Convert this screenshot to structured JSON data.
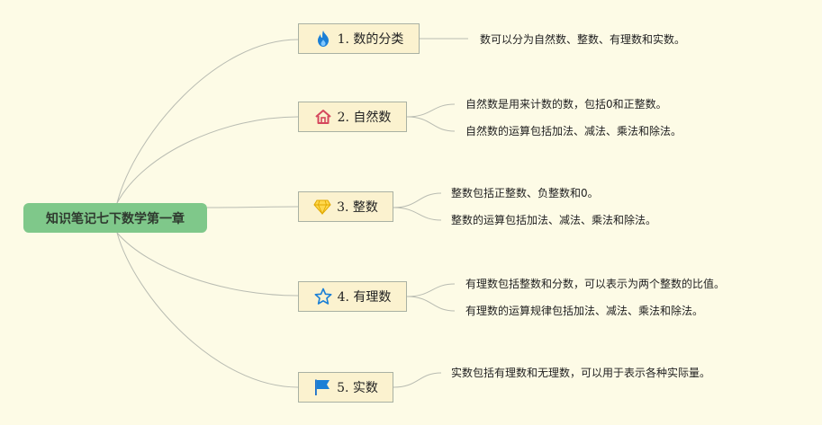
{
  "root": {
    "label": "知识笔记七下数学第一章"
  },
  "branches": [
    {
      "label": "1. 数的分类",
      "icon": "fire-icon",
      "notes": [
        "数可以分为自然数、整数、有理数和实数。"
      ]
    },
    {
      "label": "2. 自然数",
      "icon": "home-icon",
      "notes": [
        "自然数是用来计数的数，包括0和正整数。",
        "自然数的运算包括加法、减法、乘法和除法。"
      ]
    },
    {
      "label": "3. 整数",
      "icon": "gem-icon",
      "notes": [
        "整数包括正整数、负整数和0。",
        "整数的运算包括加法、减法、乘法和除法。"
      ]
    },
    {
      "label": "4. 有理数",
      "icon": "star-icon",
      "notes": [
        "有理数包括整数和分数，可以表示为两个整数的比值。",
        "有理数的运算规律包括加法、减法、乘法和除法。"
      ]
    },
    {
      "label": "5. 实数",
      "icon": "flag-icon",
      "notes": [
        "实数包括有理数和无理数，可以用于表示各种实际量。"
      ]
    }
  ],
  "colors": {
    "background": "#fdfbe6",
    "root_fill": "#7fc88a",
    "branch_fill": "#fbf2cf",
    "branch_border": "#a9b1a3",
    "connector": "#b9bcb2"
  }
}
